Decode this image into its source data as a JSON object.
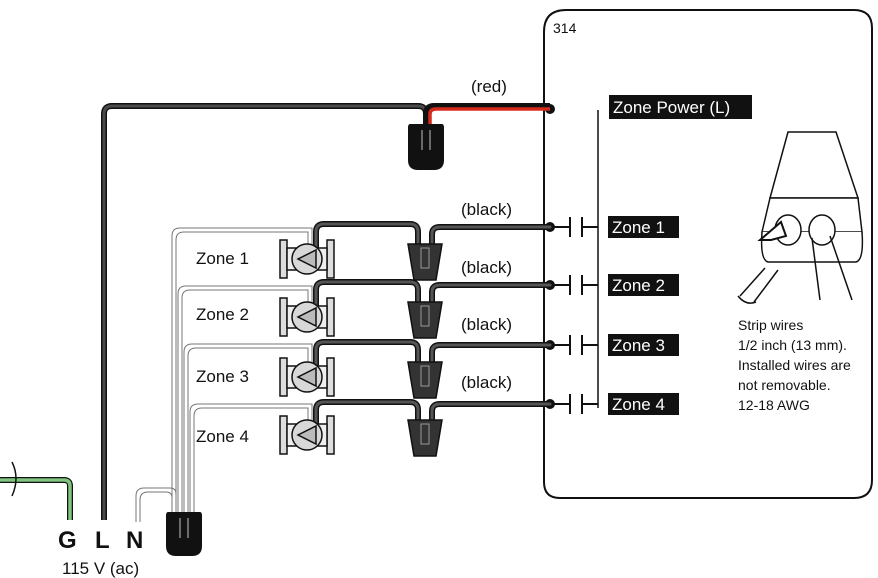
{
  "controller": {
    "model": "314"
  },
  "terminals": {
    "zone_power": "Zone Power (L)",
    "zones": [
      "Zone 1",
      "Zone 2",
      "Zone 3",
      "Zone 4"
    ]
  },
  "wire_colors": {
    "red_label": "(red)",
    "black_label": "(black)",
    "red": "#d52b1e",
    "black": "#3a3a3a",
    "ground_green": "#7fc47f"
  },
  "pumps": [
    {
      "label": "Zone 1"
    },
    {
      "label": "Zone 2"
    },
    {
      "label": "Zone 3"
    },
    {
      "label": "Zone 4"
    }
  ],
  "supply": {
    "ground": "G",
    "line": "L",
    "neutral": "N",
    "voltage": "115 V (ac)"
  },
  "strip_note": [
    "Strip wires",
    "1/2 inch (13 mm).",
    "Installed wires are",
    "not removable.",
    "12-18 AWG"
  ]
}
